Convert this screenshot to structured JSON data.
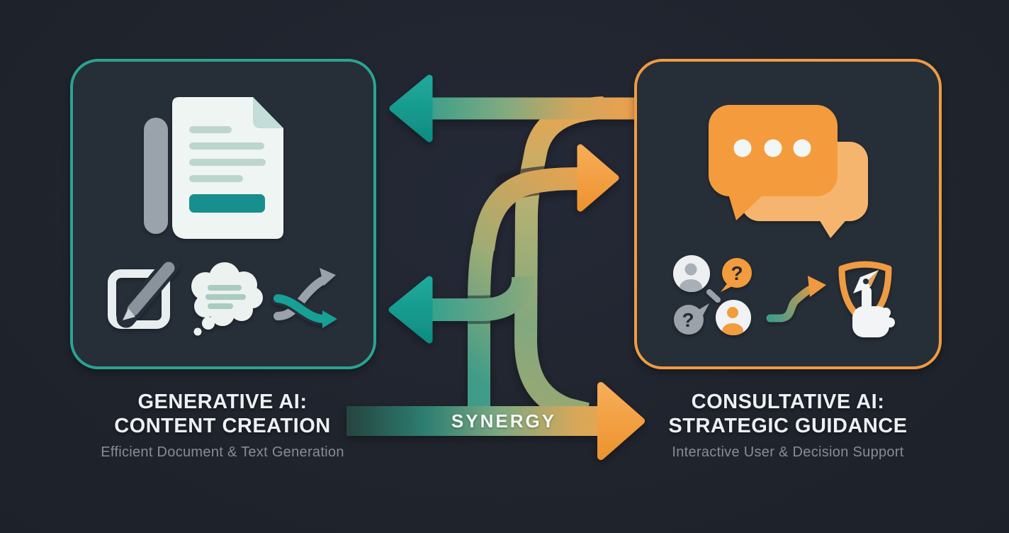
{
  "figure": {
    "background_color": "#20242d",
    "type": "comparison-synergy-diagram"
  },
  "left_panel": {
    "title_line1": "GENERATIVE AI:",
    "title_line2": "CONTENT CREATION",
    "subtitle": "Efficient Document & Text Generation",
    "accent_color": "#2ba392",
    "icons": [
      "document-page",
      "edit-pencil",
      "thought-cloud",
      "shuffle-arrows"
    ]
  },
  "right_panel": {
    "title_line1": "CONSULTATIVE AI:",
    "title_line2": "STRATEGIC GUIDANCE",
    "subtitle": "Interactive User & Decision Support",
    "accent_color": "#f09b43",
    "question_mark": "?",
    "icons": [
      "chat-bubbles",
      "users-questions",
      "path-arrow",
      "shield-compass-pointer"
    ]
  },
  "center": {
    "synergy_label": "SYNERGY",
    "teal_color": "#14a195",
    "orange_color": "#f5a042",
    "arrows": [
      {
        "name": "top-arrow",
        "direction": "left",
        "from": "right-panel",
        "to": "left-panel"
      },
      {
        "name": "middle-right-arrow",
        "direction": "right",
        "to": "right-panel"
      },
      {
        "name": "middle-left-arrow",
        "direction": "left",
        "to": "left-panel"
      },
      {
        "name": "synergy-arrow",
        "direction": "right",
        "label": "SYNERGY",
        "to": "right-panel"
      }
    ]
  }
}
